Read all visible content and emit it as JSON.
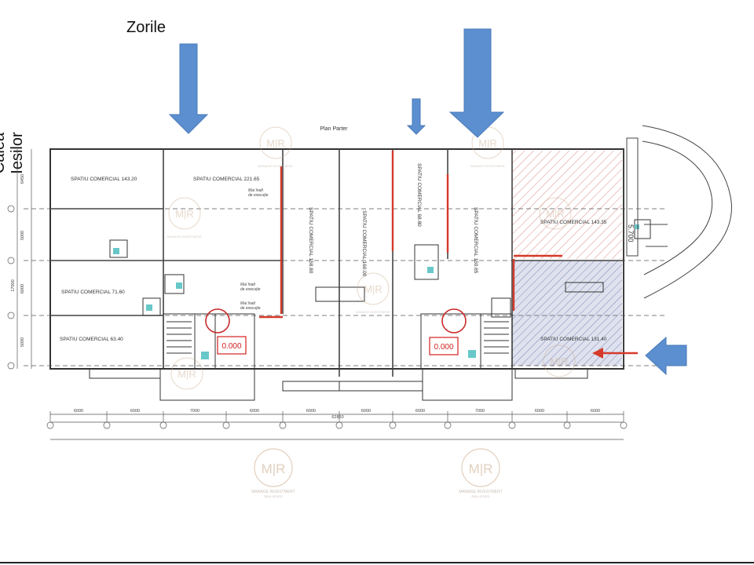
{
  "labels": {
    "street_top": "Zorile",
    "street_left": "Calea Iesilor",
    "plan_title": "Plan Parter"
  },
  "units": [
    {
      "name": "SPATIU COMERCIAL 143.20"
    },
    {
      "name": "SPATIU COMERCIAL 221.65"
    },
    {
      "name": "SPATIU COMERCIAL 71.60"
    },
    {
      "name": "SPATIU COMERCIAL 63.40"
    },
    {
      "name": "SPATIU COMERCIAL 158.80"
    },
    {
      "name": "SPATIU COMERCIAL 160.00"
    },
    {
      "name": "SPATIU COMERCIAL 68.80"
    },
    {
      "name": "SPATIU COMERCIAL 150.65"
    },
    {
      "name": "SPATIU COMERCIAL 143.35"
    },
    {
      "name": "SPATIU COMERCIAL 131.40"
    }
  ],
  "levels": [
    "0.000",
    "0.000"
  ],
  "watermark": {
    "monogram": "M|R",
    "line1": "MANAGE INVESTMENT",
    "line2": "REAL ESTATE"
  },
  "notes": {
    "mai_inalt": "Mai înalt",
    "de_executie": "de execuție"
  },
  "dimensions": {
    "bottom_spans": [
      "6000",
      "6000",
      "7000",
      "6000",
      "6000",
      "6000",
      "6000",
      "7000",
      "6000",
      "6000"
    ],
    "total": "62860",
    "left_spans": [
      "6450",
      "5000",
      "6000",
      "5000"
    ],
    "left_total": "17000",
    "vertical_dim": "5.700"
  },
  "colors": {
    "arrow_blue": "#5b8fd0",
    "arrow_blue_edge": "#4a7ab8",
    "accent_red": "#d63a2a",
    "hatch_red": "#d98b8b",
    "hatch_blue": "#7d86b4",
    "level_red": "#d42020"
  }
}
